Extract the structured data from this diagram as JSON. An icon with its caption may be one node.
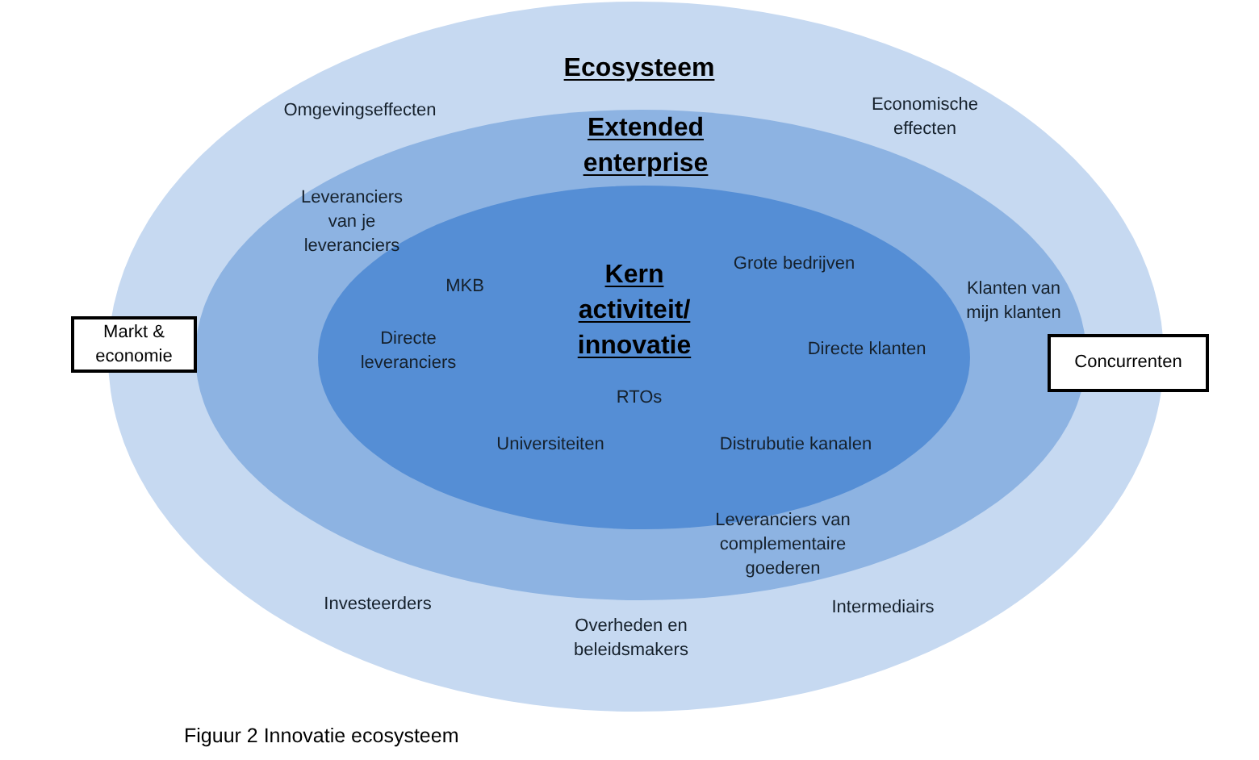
{
  "diagram": {
    "caption": "Figuur 2 Innovatie ecosysteem",
    "nodes": [
      {
        "text": [
          "Ecosysteem"
        ]
      },
      {
        "text": [
          "Extended enterprise"
        ],
        "in": 0
      },
      {
        "text": [
          "Kern activiteit/ innovatie"
        ],
        "in": 1
      },
      {
        "text": [
          "Markt & economie"
        ]
      },
      {
        "text": [
          "Concurrenten"
        ]
      }
    ],
    "labels": [
      "Omgevingseffecten",
      "Economische effecten",
      "Leveranciers van je leveranciers",
      "Grote bedrijven",
      "MKB",
      "Klanten van mijn klanten",
      "Directe leveranciers",
      "Directe klanten",
      "RTOs",
      "Universiteiten",
      "Distrubutie kanalen",
      "Leveranciers van complementaire goederen",
      "Investeerders",
      "Intermediairs",
      "Overheden en beleidsmakers"
    ]
  }
}
